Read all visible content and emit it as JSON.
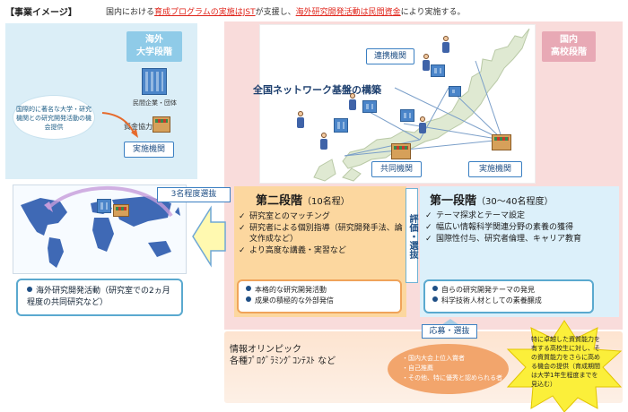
{
  "header": {
    "title": "【事業イメージ】",
    "intro_before": "国内における",
    "intro_u1": "育成プログラムの実施はJST",
    "intro_mid": "が支援し、",
    "intro_u2": "海外研究開発活動は民間資金",
    "intro_after": "により実施する。"
  },
  "left_panel": {
    "badge_line1": "海外",
    "badge_line2": "大学段階",
    "bubble_text": "国際的に著名な大学・研究機関との研究開発活動の機会提供",
    "company_label": "民間企業・団体",
    "funding_label": "資金協力",
    "agency_label": "実施機関"
  },
  "right_panel": {
    "badge_line1": "国内",
    "badge_line2": "高校段階",
    "network_title": "全国ネットワーク基盤の構築",
    "partner_label": "連携機関",
    "joint_label": "共同機関",
    "agency_label": "実施機関"
  },
  "transfer": {
    "select_label": "3名程度選抜",
    "overseas_activity": "海外研究開発活動（研究室での2ヵ月程度の共同研究など）"
  },
  "stage2": {
    "title": "第二段階",
    "count": "（10名程）",
    "items": [
      "研究室とのマッチング",
      "研究者による個別指導（研究開発手法、論文作成など）",
      "より高度な講義・実習など"
    ],
    "box_items": [
      "本格的な研究開発活動",
      "成果の積極的な外部発信"
    ]
  },
  "evaluation": {
    "label": "評価・選抜"
  },
  "stage1": {
    "title": "第一段階",
    "count": "（30〜40名程度）",
    "items": [
      "テーマ探求とテーマ設定",
      "幅広い情報科学関連分野の素養の獲得",
      "国際性付与、研究者倫理、キャリア教育"
    ],
    "box_items": [
      "自らの研究開発テーマの発見",
      "科学技術人材としての素養醸成"
    ]
  },
  "bottom": {
    "recruit_label": "応募・選抜",
    "olympiad_line1": "情報オリンピック",
    "olympiad_line2": "各種ﾌﾟﾛｸﾞﾗﾐﾝｸﾞｺﾝﾃｽﾄ など",
    "recommend_items": [
      "国内大会上位入賞者",
      "自己推薦",
      "その他、特に優秀と認められる者"
    ],
    "star_text": "特に卓越した資質能力を有する高校生に対し、その資質能力をさらに高める機会の提供（育成期間は大学1年生程度までを見込む）"
  },
  "colors": {
    "overseas_bg": "#dbeef7",
    "domestic_bg": "#f9dcdb",
    "stage2_bg": "#fcd79f",
    "stage1_bg": "#dcf0fa",
    "accent_blue": "#3a7fc2",
    "highlight_red": "#e0251b",
    "star_yellow": "#fbef3a"
  }
}
